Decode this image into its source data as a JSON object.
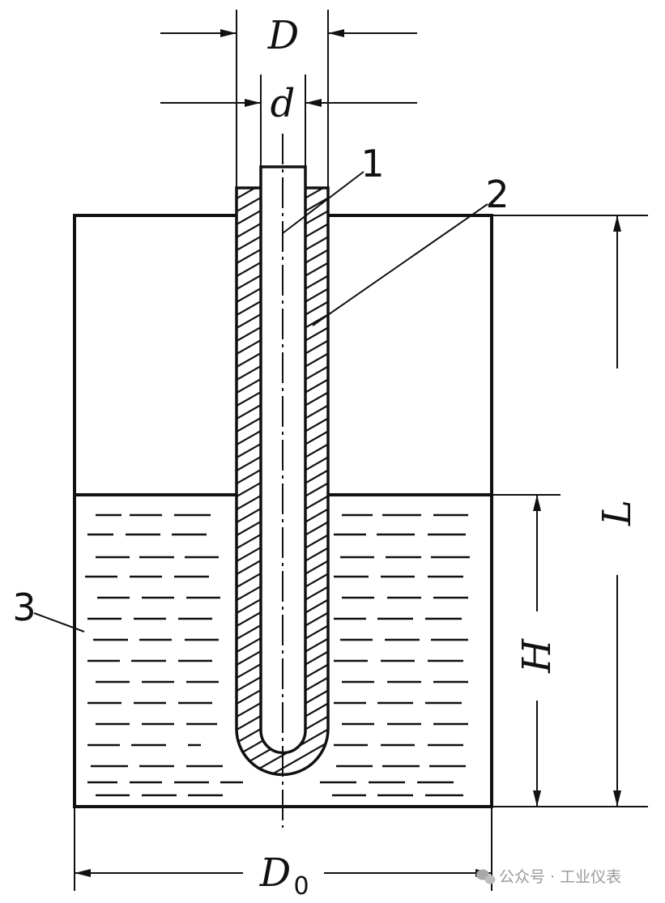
{
  "labels": {
    "D": "D",
    "d": "d",
    "part_1": "1",
    "part_2": "2",
    "part_3": "3",
    "L": "L",
    "H": "H",
    "D0_main": "D",
    "D0_sub": "0"
  },
  "watermark": {
    "text": "公众号 · 工业仪表",
    "icon": "wechat-icon"
  }
}
